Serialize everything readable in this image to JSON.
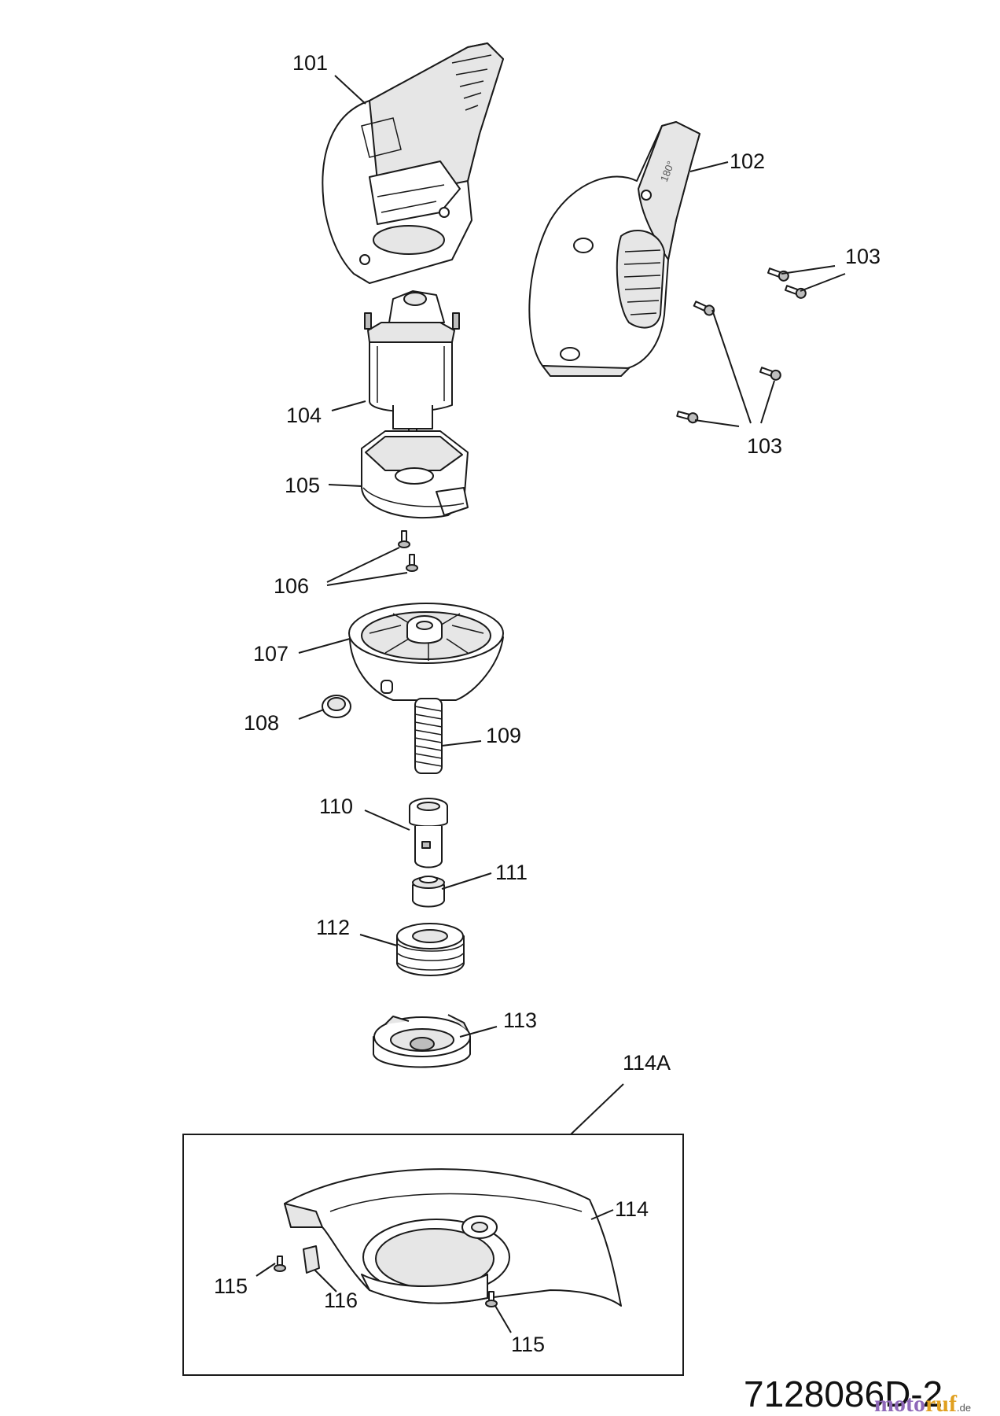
{
  "labels": {
    "p101": "101",
    "p102": "102",
    "p103a": "103",
    "p103b": "103",
    "p104": "104",
    "p105": "105",
    "p106": "106",
    "p107": "107",
    "p108": "108",
    "p109": "109",
    "p110": "110",
    "p111": "111",
    "p112": "112",
    "p113": "113",
    "p114a": "114A",
    "p114": "114",
    "p115a": "115",
    "p115b": "115",
    "p116": "116"
  },
  "drawing_code": "7128086D-2",
  "watermark": {
    "part1": "moto",
    "part2": "ruf",
    "part3": ".de"
  },
  "housing_marking": "180°"
}
